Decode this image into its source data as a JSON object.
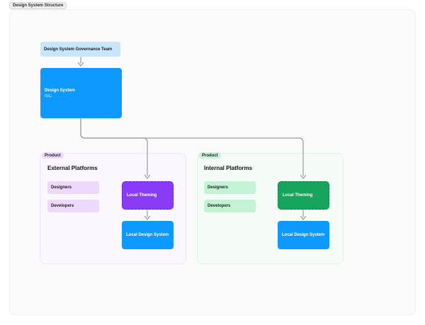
{
  "page": {
    "tab_title": "Design System Structure"
  },
  "diagram": {
    "governance": {
      "label": "Design System Governance Team"
    },
    "design_system": {
      "title": "Design System",
      "subtitle": "ISC"
    },
    "groups": [
      {
        "badge": "Product",
        "heading": "External Platforms",
        "roles": [
          "Designers",
          "Developers"
        ],
        "theming_label": "Local Theming",
        "local_design_system_label": "Local Design System",
        "colors": {
          "container_bg": "#fbf7fe",
          "container_border": "#efe3fa",
          "badge_bg": "#ecd8fb",
          "role_bg": "#ecd9fb",
          "theming_bg": "#8a3cf5",
          "theming_border": "#6716d8",
          "local_ds_bg": "#0d99ff"
        }
      },
      {
        "badge": "Product",
        "heading": "Internal Platforms",
        "roles": [
          "Designers",
          "Developers"
        ],
        "theming_label": "Local Theming",
        "local_design_system_label": "Local Design System",
        "colors": {
          "container_bg": "#f5fcf7",
          "container_border": "#dcf3e4",
          "badge_bg": "#c9f3d8",
          "role_bg": "#c4f2d4",
          "theming_bg": "#17a45c",
          "theming_border": "#0c7b40",
          "local_ds_bg": "#0d99ff"
        }
      }
    ],
    "colors": {
      "governance_bg": "#c5e6fc",
      "primary_blue": "#0d99ff",
      "connector": "#9b9b9b",
      "canvas_bg": "#fafafa"
    }
  }
}
